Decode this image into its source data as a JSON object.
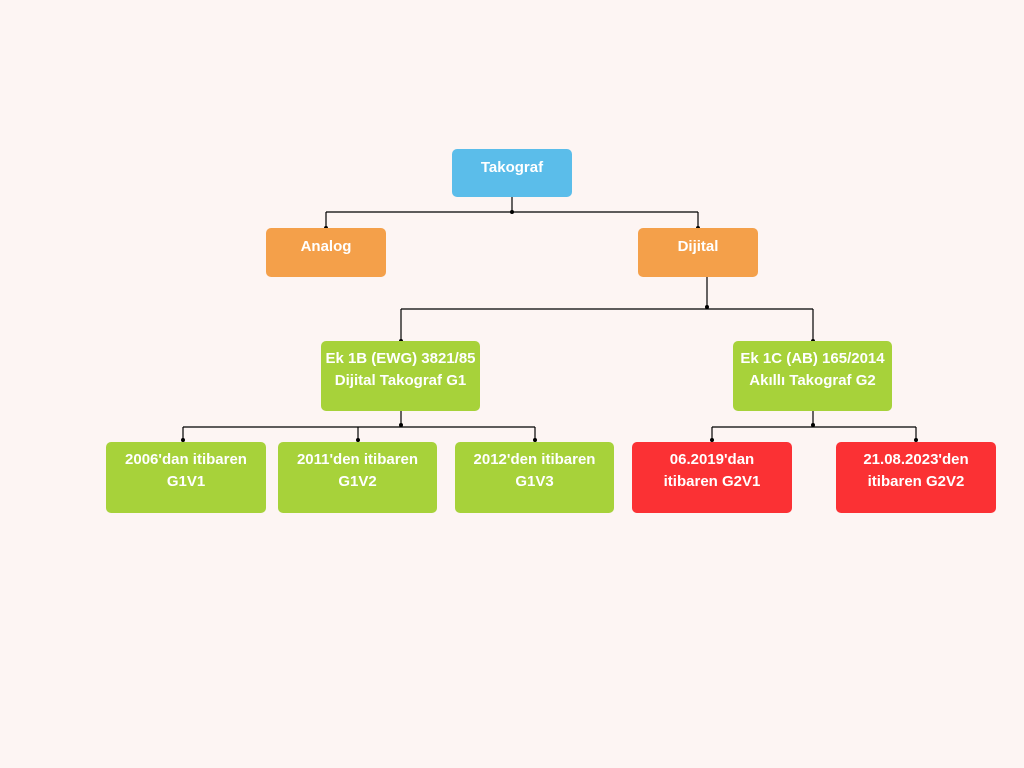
{
  "colors": {
    "background": "#fdf5f3",
    "root": "#5bbdea",
    "level1": "#f4a04a",
    "green": "#a7d23a",
    "red": "#fb3134",
    "line": "#000000",
    "text": "#ffffff"
  },
  "nodes": {
    "root": {
      "label": "Takograf"
    },
    "analog": {
      "label": "Analog"
    },
    "dijital": {
      "label": "Dijital"
    },
    "g1": {
      "line1": "Ek 1B (EWG) 3821/85",
      "line2": "Dijital Takograf G1"
    },
    "g2": {
      "line1": "Ek 1C (AB) 165/2014",
      "line2": "Akıllı Takograf G2"
    },
    "g1v1": {
      "line1": "2006'dan itibaren",
      "line2": "G1V1"
    },
    "g1v2": {
      "line1": "2011'den itibaren",
      "line2": "G1V2"
    },
    "g1v3": {
      "line1": "2012'den itibaren",
      "line2": "G1V3"
    },
    "g2v1": {
      "line1": "06.2019'dan",
      "line2": "itibaren G2V1"
    },
    "g2v2": {
      "line1": "21.08.2023'den",
      "line2": "itibaren G2V2"
    }
  }
}
